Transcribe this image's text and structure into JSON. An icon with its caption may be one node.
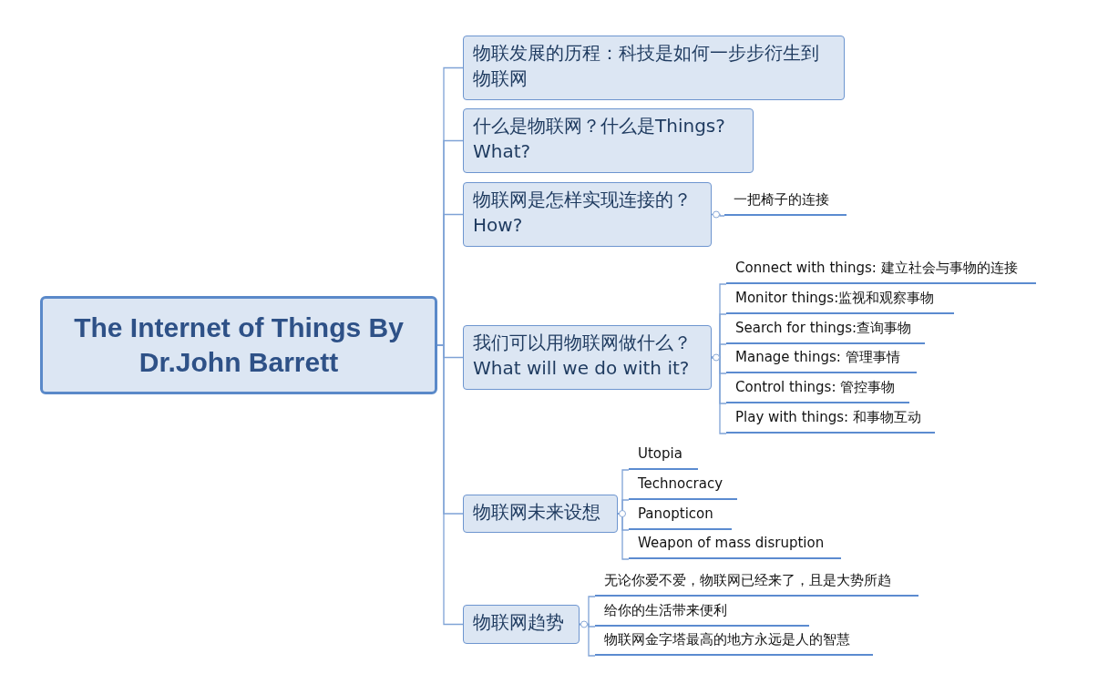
{
  "diagram": {
    "nodes": [
      {
        "text": [
          "The Internet of Things By Dr.John Barrett"
        ]
      },
      {
        "text": [
          "物联发展的历程：科技是如何一步步衍生到物联网"
        ]
      },
      {
        "text": [
          "什么是物联网？什么是Things? What?"
        ]
      },
      {
        "text": [
          "物联网是怎样实现连接的？ How?"
        ]
      },
      {
        "text": [
          "我们可以用物联网做什么？ What will we do with it?"
        ]
      },
      {
        "text": [
          "物联网未来设想"
        ]
      },
      {
        "text": [
          "物联网趋势"
        ]
      },
      {
        "text": [
          "一把椅子的连接"
        ]
      },
      {
        "text": [
          "Connect with things: 建立社会与事物的连接"
        ]
      },
      {
        "text": [
          "Monitor things:监视和观察事物"
        ]
      },
      {
        "text": [
          "Search for things:查询事物"
        ]
      },
      {
        "text": [
          "Manage things: 管理事情"
        ]
      },
      {
        "text": [
          "Control things: 管控事物"
        ]
      },
      {
        "text": [
          "Play with things: 和事物互动"
        ]
      },
      {
        "text": [
          "Utopia"
        ]
      },
      {
        "text": [
          "Technocracy"
        ]
      },
      {
        "text": [
          "Panopticon"
        ]
      },
      {
        "text": [
          "Weapon of mass disruption"
        ]
      },
      {
        "text": [
          "无论你爱不爱，物联网已经来了，且是大势所趋"
        ]
      },
      {
        "text": [
          "给你的生活带来便利"
        ]
      },
      {
        "text": [
          "物联网金字塔最高的地方永远是人的智慧"
        ]
      }
    ],
    "edges": [
      {
        "from": 0,
        "to": 1,
        "arrow": "none"
      },
      {
        "from": 0,
        "to": 2,
        "arrow": "none"
      },
      {
        "from": 0,
        "to": 3,
        "arrow": "none"
      },
      {
        "from": 0,
        "to": 4,
        "arrow": "none"
      },
      {
        "from": 0,
        "to": 5,
        "arrow": "none"
      },
      {
        "from": 0,
        "to": 6,
        "arrow": "none"
      },
      {
        "from": 3,
        "to": 7,
        "arrow": "none"
      },
      {
        "from": 4,
        "to": 8,
        "arrow": "none"
      },
      {
        "from": 4,
        "to": 9,
        "arrow": "none"
      },
      {
        "from": 4,
        "to": 10,
        "arrow": "none"
      },
      {
        "from": 4,
        "to": 11,
        "arrow": "none"
      },
      {
        "from": 4,
        "to": 12,
        "arrow": "none"
      },
      {
        "from": 4,
        "to": 13,
        "arrow": "none"
      },
      {
        "from": 5,
        "to": 14,
        "arrow": "none"
      },
      {
        "from": 5,
        "to": 15,
        "arrow": "none"
      },
      {
        "from": 5,
        "to": 16,
        "arrow": "none"
      },
      {
        "from": 5,
        "to": 17,
        "arrow": "none"
      },
      {
        "from": 6,
        "to": 18,
        "arrow": "none"
      },
      {
        "from": 6,
        "to": 19,
        "arrow": "none"
      },
      {
        "from": 6,
        "to": 20,
        "arrow": "none"
      }
    ]
  }
}
